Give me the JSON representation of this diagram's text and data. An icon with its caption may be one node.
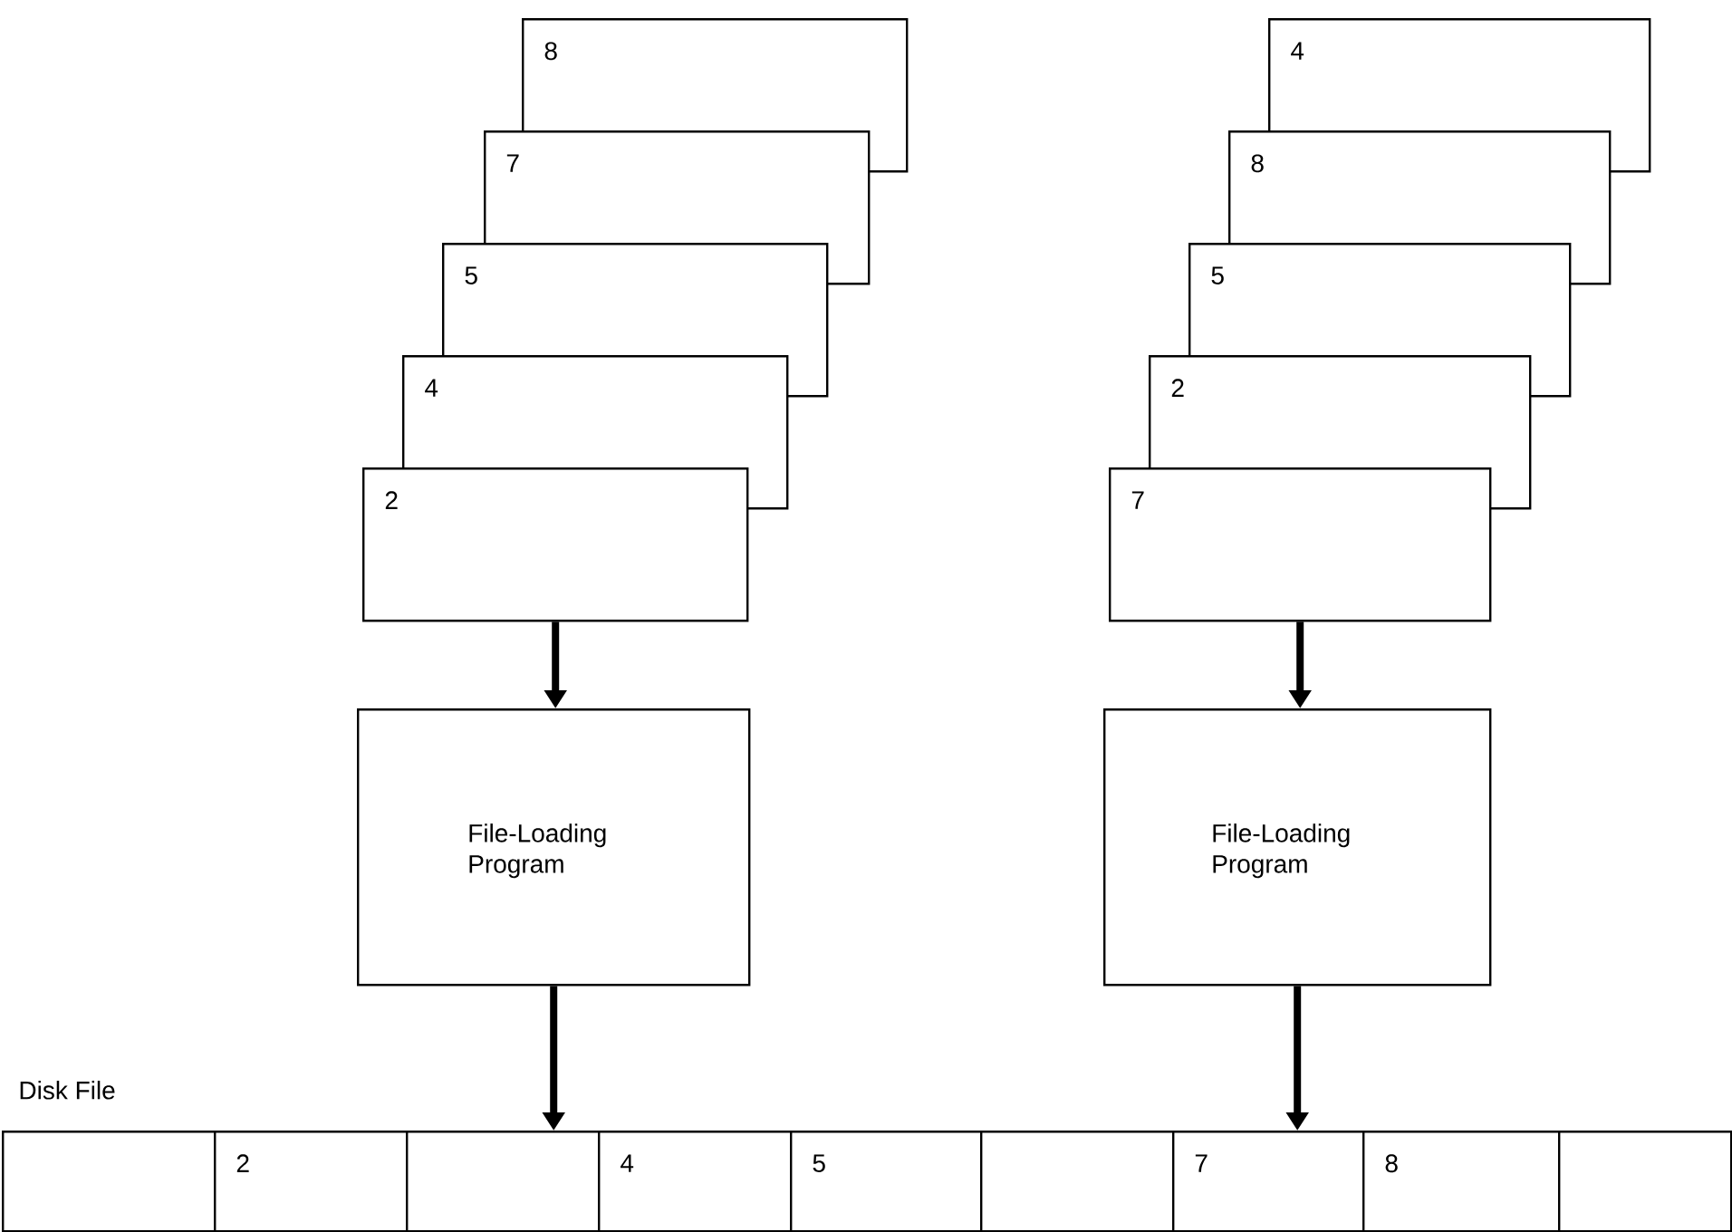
{
  "diagram": {
    "nodes": [
      {
        "text": [
          "8"
        ]
      },
      {
        "text": [
          "7"
        ]
      },
      {
        "text": [
          "5"
        ]
      },
      {
        "text": [
          "4"
        ]
      },
      {
        "text": [
          "2"
        ]
      },
      {
        "text": [
          "4"
        ]
      },
      {
        "text": [
          "8"
        ]
      },
      {
        "text": [
          "5"
        ]
      },
      {
        "text": [
          "2"
        ]
      },
      {
        "text": [
          "7"
        ]
      },
      {
        "text": [
          "File-Loading Program"
        ]
      },
      {
        "text": [
          "File-Loading Program"
        ]
      },
      {
        "text": [
          "Disk File"
        ]
      },
      {
        "text": [],
        "shape": "box",
        "in": 12
      },
      {
        "text": [
          "2"
        ],
        "in": 12
      },
      {
        "text": [],
        "shape": "box",
        "in": 12
      },
      {
        "text": [
          "4"
        ],
        "in": 12
      },
      {
        "text": [
          "5"
        ],
        "in": 12
      },
      {
        "text": [],
        "shape": "box",
        "in": 12
      },
      {
        "text": [
          "7"
        ],
        "in": 12
      },
      {
        "text": [
          "8"
        ],
        "in": 12
      },
      {
        "text": [],
        "shape": "box",
        "in": 12
      }
    ],
    "edges": [
      {
        "from": 4,
        "to": 10,
        "arrow": "to"
      },
      {
        "from": 10,
        "to": 12,
        "arrow": "to"
      },
      {
        "from": 9,
        "to": 11,
        "arrow": "to"
      },
      {
        "from": 11,
        "to": 12,
        "arrow": "to"
      }
    ]
  }
}
